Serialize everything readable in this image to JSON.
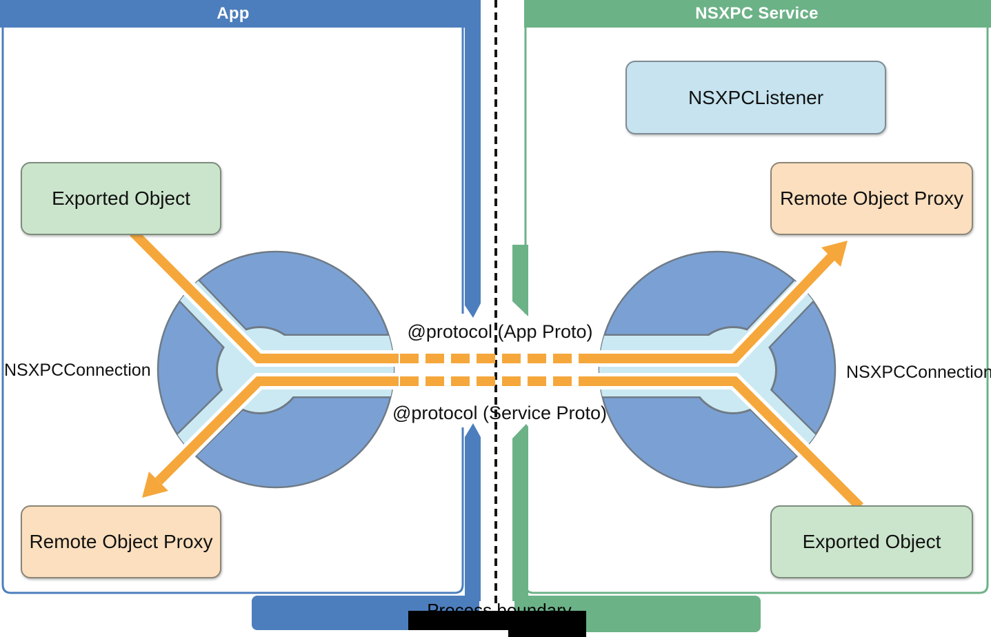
{
  "app_panel": {
    "title": "App",
    "exported_object_label": "Exported Object",
    "remote_object_proxy_label": "Remote Object Proxy",
    "connection_label": "NSXPCConnection"
  },
  "service_panel": {
    "title": "NSXPC Service",
    "listener_label": "NSXPCListener",
    "remote_object_proxy_label": "Remote Object Proxy",
    "exported_object_label": "Exported Object",
    "connection_label": "NSXPCConnection"
  },
  "protocols": {
    "app_proto": "@protocol (App Proto)",
    "service_proto": "@protocol (Service Proto)"
  },
  "boundary_label": "Process boundary",
  "colors": {
    "app_blue": "#4c7ebd",
    "service_green": "#6cb287",
    "circle_blue": "#7ba1d4",
    "channel_light_blue": "#cbe9f3",
    "arrow_orange": "#f5a73b",
    "box_green": "#cbe5cc",
    "box_peach": "#fbdfbe",
    "box_light_blue": "#c6e3ef"
  }
}
